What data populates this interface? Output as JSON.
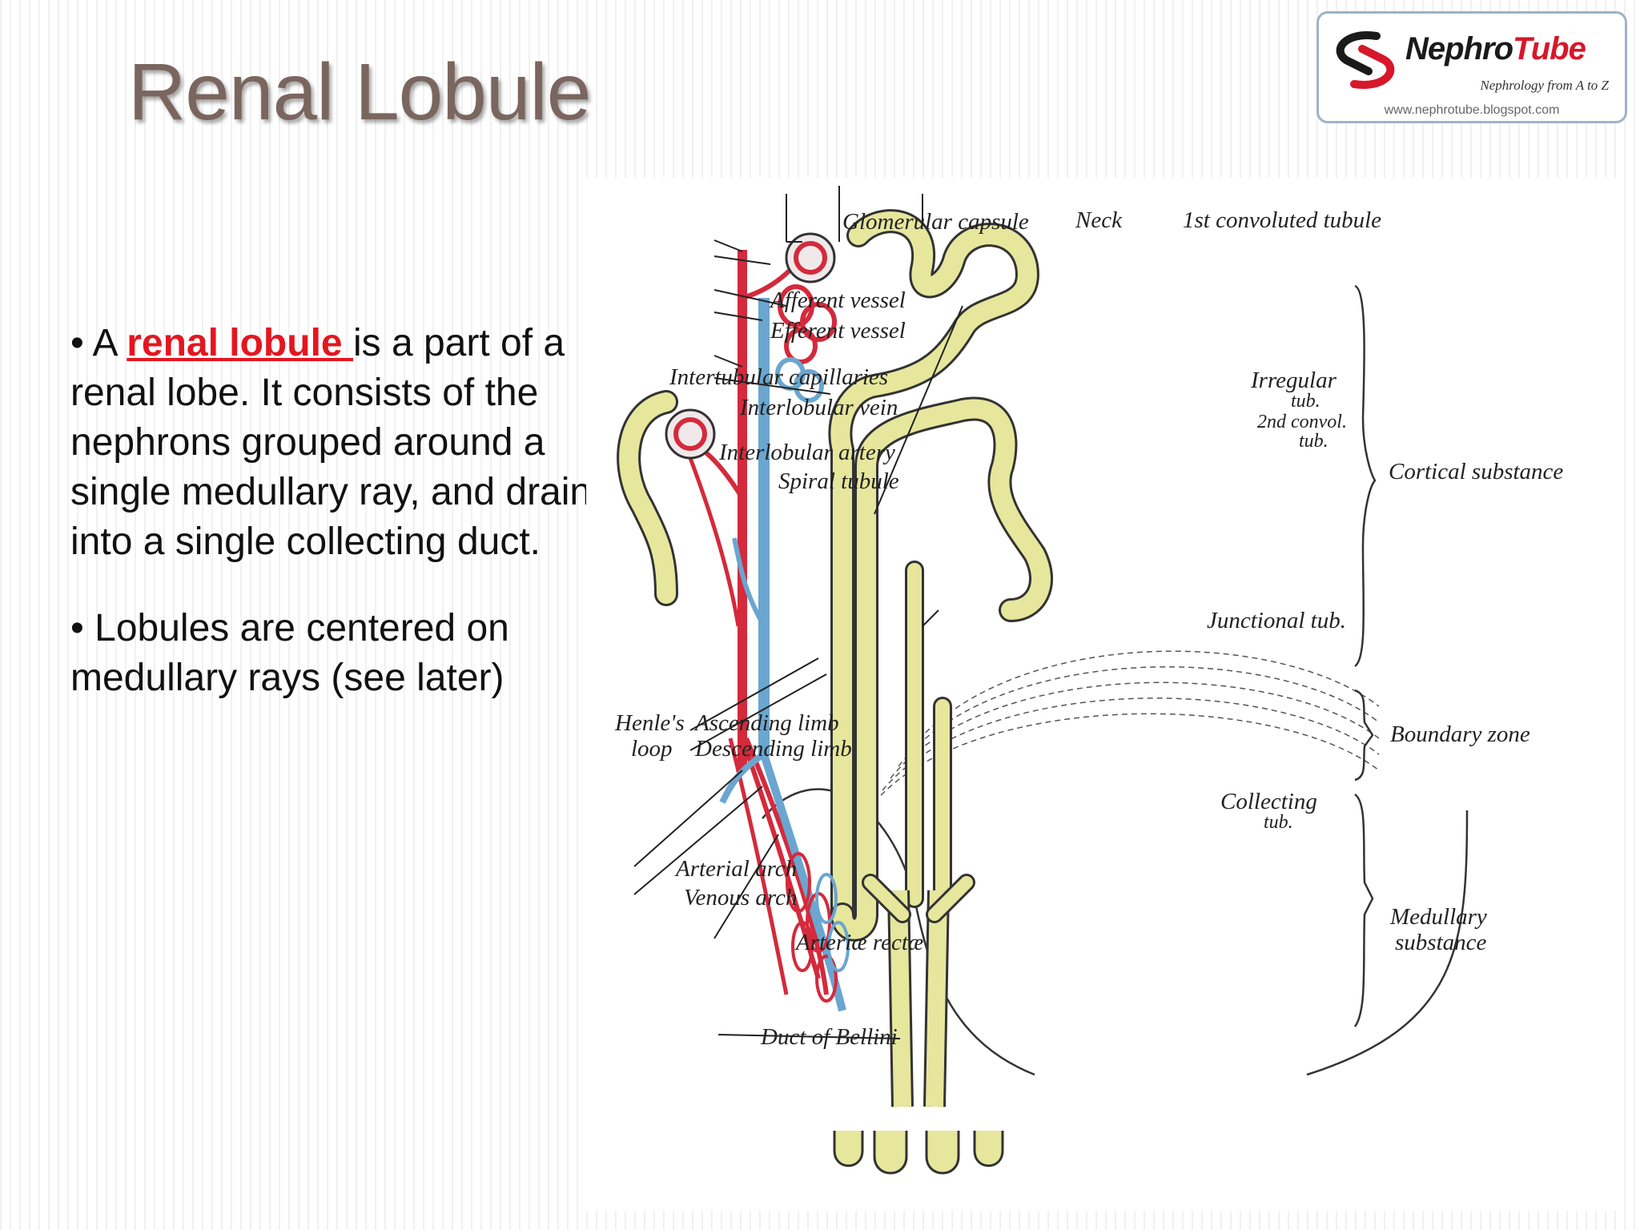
{
  "slide": {
    "title": "Renal Lobule",
    "bullet1": {
      "lead": "• A ",
      "keyword": "renal lobule ",
      "rest": "is a part of a renal lobe. It consists of the nephrons grouped around a single medullary ray, and draining into a single collecting duct."
    },
    "bullet2": "•  Lobules are centered on medullary rays (see later)"
  },
  "logo": {
    "name_part1": "Nephro",
    "name_part2": "Tube",
    "tagline": "Nephrology from A to Z",
    "url": "www.nephrotube.blogspot.com",
    "colors": {
      "red": "#d7172a",
      "dark": "#1a1a1a",
      "border": "#9fb2c8"
    }
  },
  "diagram": {
    "labels": {
      "glomerular_capsule": "Glomerular capsule",
      "neck": "Neck",
      "first_convoluted": "1st convoluted tubule",
      "afferent": "Afferent vessel",
      "efferent": "Efferent vessel",
      "intertubular": "Intertubular capillaries",
      "interlobular_vein": "Interlobular vein",
      "interlobular_artery": "Interlobular artery",
      "spiral": "Spiral tubule",
      "irregular": "Irregular",
      "irregular_tub": "tub.",
      "second_convol": "2nd convol.",
      "second_convol_tub": "tub.",
      "cortical": "Cortical substance",
      "junctional": "Junctional tub.",
      "henle": "Henle's",
      "loop": "loop",
      "ascending": "Ascending limb",
      "descending": "Descending limb",
      "boundary": "Boundary zone",
      "collecting": "Collecting",
      "collecting_tub": "tub.",
      "arterial_arch": "Arterial arch",
      "venous_arch": "Venous arch",
      "arteriae": "Arteriæ rectæ",
      "medullary": "Medullary",
      "medullary_sub": "substance",
      "bellini": "Duct of Bellini"
    },
    "colors": {
      "artery": "#d42a3c",
      "vein": "#6aa6cf",
      "tubule": "#e6e79c",
      "outline": "#333333"
    }
  }
}
